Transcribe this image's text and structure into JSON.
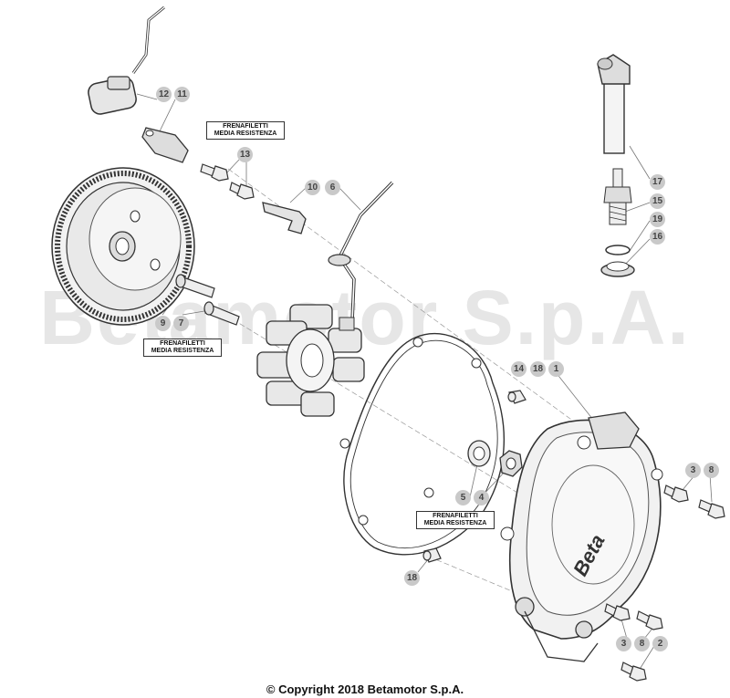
{
  "watermark": "Betamotor S.p.A.",
  "copyright": "© Copyright 2018 Betamotor S.p.A.",
  "cover_logo": "Beta",
  "notes": {
    "top": {
      "line1": "FRENAFILETTI",
      "line2": "MEDIA RESISTENZA"
    },
    "left": {
      "line1": "FRENAFILETTI",
      "line2": "MEDIA RESISTENZA"
    },
    "center": {
      "line1": "FRENAFILETTI",
      "line2": "MEDIA RESISTENZA"
    }
  },
  "callouts": {
    "c12": "12",
    "c11": "11",
    "c13": "13",
    "c10": "10",
    "c6": "6",
    "c9": "9",
    "c7": "7",
    "c17": "17",
    "c15": "15",
    "c19": "19",
    "c16": "16",
    "c14": "14",
    "c18a": "18",
    "c1": "1",
    "c3a": "3",
    "c8a": "8",
    "c5": "5",
    "c4": "4",
    "c18b": "18",
    "c3b": "3",
    "c8b": "8",
    "c2": "2"
  }
}
